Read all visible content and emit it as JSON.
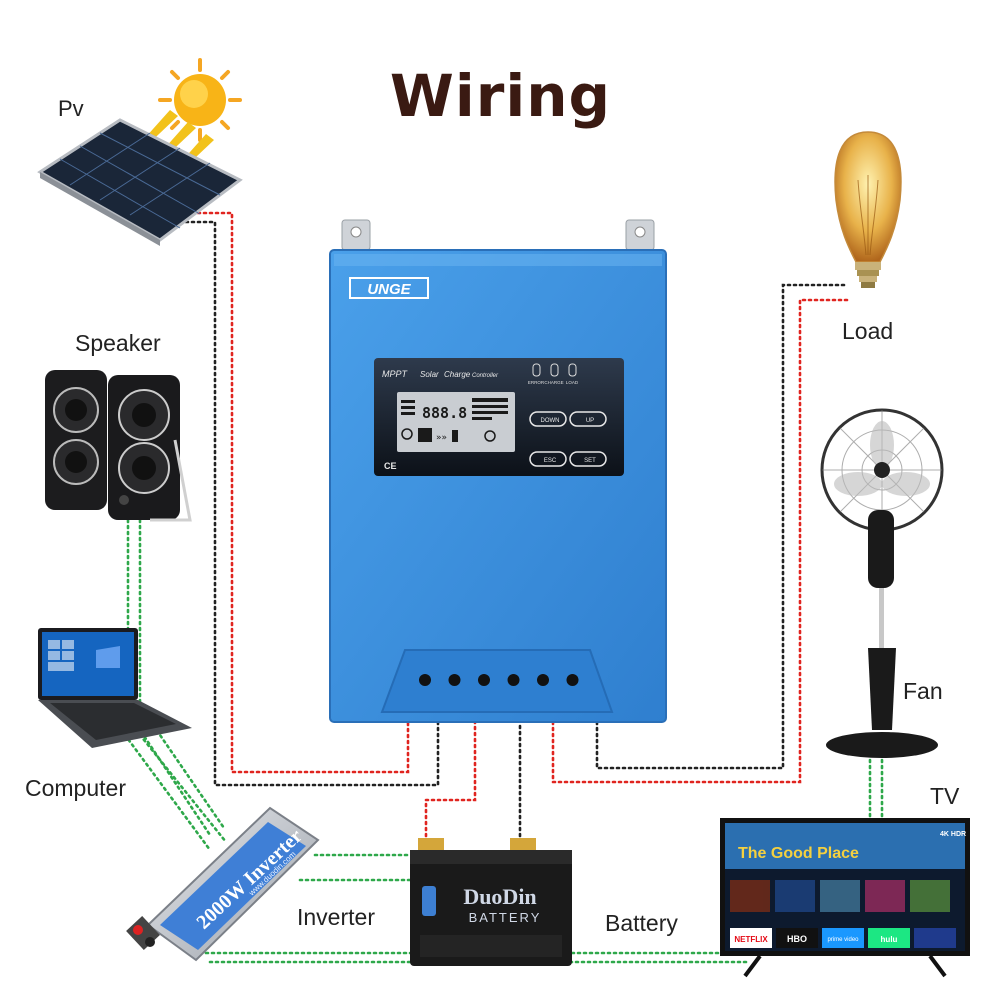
{
  "title": "Wiring",
  "labels": {
    "pv": "Pv",
    "speaker": "Speaker",
    "computer": "Computer",
    "inverter": "Inverter",
    "battery": "Battery",
    "load": "Load",
    "fan": "Fan",
    "tv": "TV"
  },
  "controller": {
    "brand": "UNGE",
    "panel_text": [
      "MPPT",
      "Solar",
      "Charge",
      "Controller"
    ],
    "leds": [
      "ERROR",
      "CHARGE",
      "LOAD"
    ],
    "lcd_readout": "888.8",
    "buttons": [
      "DOWN",
      "UP",
      "ESC",
      "SET"
    ],
    "mark": "CE",
    "terminal_count": 6
  },
  "battery_device": {
    "brand": "DuoDin",
    "sub": "BATTERY"
  },
  "inverter_device": {
    "text": "2000W Inverter",
    "url": "www.duodin.com"
  },
  "tv_screen": {
    "show": "The Good Place",
    "apps": [
      "NETFLIX",
      "HBO",
      "prime video",
      "hulu"
    ],
    "badge": "4K HDR"
  },
  "colors": {
    "controller_blue": "#3b8fdc",
    "positive_wire": "#e0241f",
    "negative_wire": "#222222",
    "ac_wire": "#2ea84a",
    "title": "#3a1a12"
  }
}
